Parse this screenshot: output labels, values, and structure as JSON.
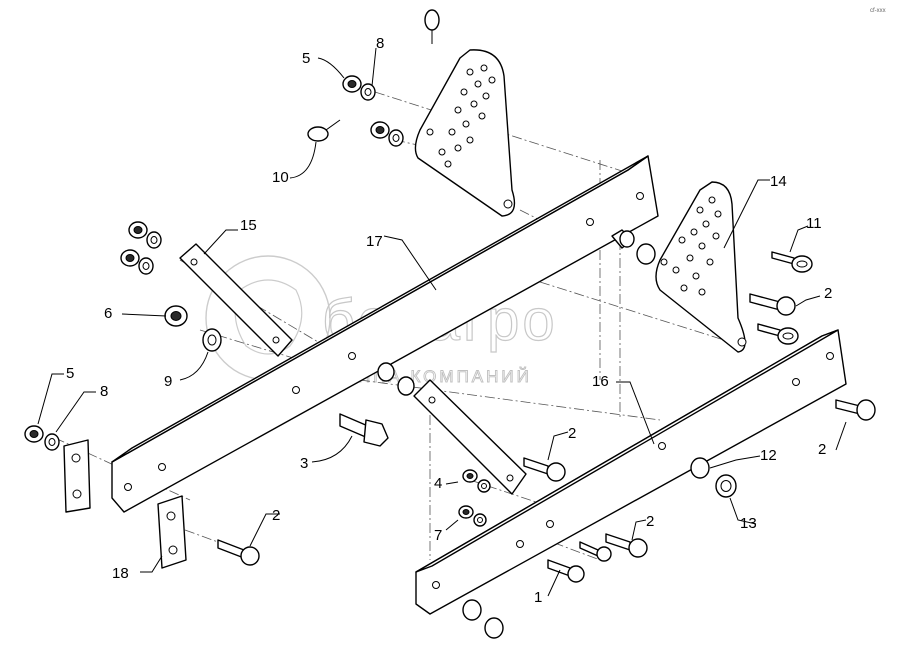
{
  "watermark": {
    "brand": "белагро",
    "subtitle": "ГРУППА КОМПАНИЙ"
  },
  "corner_mark": "cf-xxx",
  "callouts": [
    {
      "id": "c5a",
      "label": "5"
    },
    {
      "id": "c8a",
      "label": "8"
    },
    {
      "id": "c10",
      "label": "10"
    },
    {
      "id": "c15",
      "label": "15"
    },
    {
      "id": "c17",
      "label": "17"
    },
    {
      "id": "c14",
      "label": "14"
    },
    {
      "id": "c11",
      "label": "11"
    },
    {
      "id": "c2a",
      "label": "2"
    },
    {
      "id": "c6",
      "label": "6"
    },
    {
      "id": "c9",
      "label": "9"
    },
    {
      "id": "c5b",
      "label": "5"
    },
    {
      "id": "c8b",
      "label": "8"
    },
    {
      "id": "c16",
      "label": "16"
    },
    {
      "id": "c3",
      "label": "3"
    },
    {
      "id": "c2b",
      "label": "2"
    },
    {
      "id": "c2c",
      "label": "2"
    },
    {
      "id": "c12",
      "label": "12"
    },
    {
      "id": "c4",
      "label": "4"
    },
    {
      "id": "c7",
      "label": "7"
    },
    {
      "id": "c13",
      "label": "13"
    },
    {
      "id": "c2d",
      "label": "2"
    },
    {
      "id": "c2e",
      "label": "2"
    },
    {
      "id": "c18",
      "label": "18"
    },
    {
      "id": "c1",
      "label": "1"
    }
  ]
}
